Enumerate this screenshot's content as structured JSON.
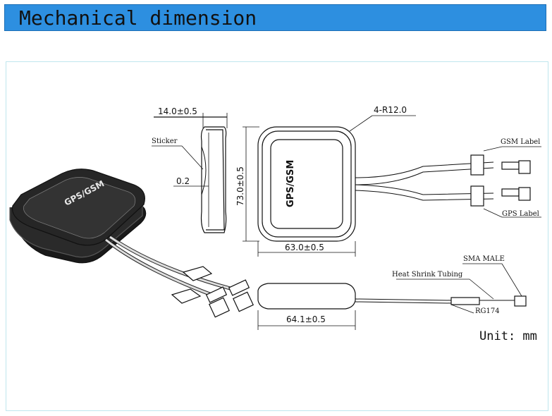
{
  "header": {
    "title": "Mechanical dimension"
  },
  "drawing": {
    "product_label": "GPS/GSM",
    "dim_thickness": "14.0±0.5",
    "label_sticker": "Sticker",
    "dim_sticker": "0.2",
    "dim_height": "73.0±0.5",
    "dim_width": "63.0±0.5",
    "dim_corner": "4-R12.0",
    "label_gsm": "GSM Label",
    "label_gps": "GPS Label",
    "label_sma": "SMA MALE",
    "label_heat_shrink": "Heat Shrink Tubing",
    "label_cable": "RG174",
    "dim_side_length": "64.1±0.5",
    "unit": "Unit: mm"
  }
}
